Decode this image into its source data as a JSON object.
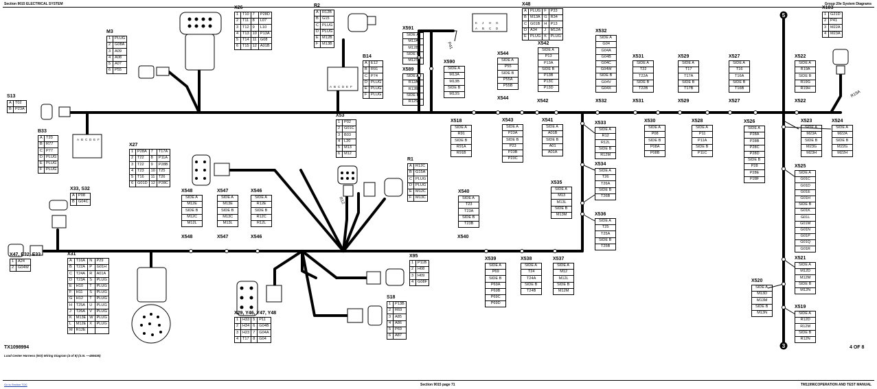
{
  "header": {
    "left": "Section 9015 ELECTRICAL SYSTEM",
    "right": "Group 20e System Diagrams"
  },
  "footer": {
    "link": "Go to Section TOC",
    "center": "Section 9015 page 71",
    "right": "TM11996COPERATION AND TEST MANUAL"
  },
  "figure_id": "TX1098994",
  "caption": "Load Center Harness (W3) Wiring Diagram (4 of 8) (S.N. —459435)",
  "page_indicator": "4 OF 8",
  "trunk_markers": [
    "5",
    "3"
  ],
  "wire_labels": [
    "P41",
    "R19A",
    "R12"
  ],
  "pin_letters": [
    "A",
    "B",
    "C",
    "D",
    "E",
    "F"
  ],
  "connectors": [
    {
      "id": "m3",
      "name": "M3",
      "rows": [
        [
          "1",
          "PLUG"
        ],
        [
          "2",
          "G08A"
        ],
        [
          "3",
          "A09"
        ],
        [
          "4",
          "A08"
        ],
        [
          "5",
          "A07"
        ],
        [
          "6",
          "P55"
        ]
      ]
    },
    {
      "id": "x26",
      "name": "X26",
      "rows": [
        [
          "1",
          "T10",
          "7",
          "P28D"
        ],
        [
          "2",
          "T11",
          "8",
          "L07"
        ],
        [
          "3",
          "T12",
          "9",
          "L10"
        ],
        [
          "4",
          "T13",
          "10",
          "P13A"
        ],
        [
          "5",
          "T14",
          "11",
          "G08"
        ],
        [
          "6",
          "T15",
          "12",
          "A01B"
        ]
      ]
    },
    {
      "id": "r2",
      "name": "R2",
      "rows": [
        [
          "A",
          "R12B"
        ],
        [
          "B",
          "G15"
        ],
        [
          "C",
          "PLUG"
        ],
        [
          "D",
          "PLUG"
        ],
        [
          "E",
          "M12B"
        ],
        [
          "F",
          "M13B"
        ]
      ]
    },
    {
      "id": "x48",
      "name": "X48",
      "rows": [
        [
          "A",
          "PLUG",
          "F",
          "P33"
        ],
        [
          "B",
          "M13A",
          "G",
          "R34"
        ],
        [
          "C",
          "G01B",
          "H",
          "P13"
        ],
        [
          "D",
          "A34",
          "J",
          "M12A"
        ],
        [
          "E",
          "PLUG",
          "K",
          "PLUG"
        ]
      ]
    },
    {
      "id": "x103",
      "name": "X103",
      "rows": [
        [
          "1",
          "G21D"
        ],
        [
          "2",
          "P41"
        ],
        [
          "3",
          "M22A"
        ],
        [
          "4",
          "M23A"
        ]
      ]
    },
    {
      "id": "s13",
      "name": "S13",
      "rows": [
        [
          "A",
          "T02"
        ],
        [
          "B",
          "P23A"
        ]
      ]
    },
    {
      "id": "b14",
      "name": "B14",
      "rows": [
        [
          "A",
          "E12"
        ],
        [
          "B",
          "R91"
        ],
        [
          "C",
          "P74"
        ],
        [
          "D",
          "PLUG"
        ],
        [
          "E",
          "PLUG"
        ],
        [
          "F",
          "PLUG"
        ]
      ]
    },
    {
      "id": "x591",
      "name": "X591",
      "rows": [
        [
          "SIDE A"
        ],
        [
          "M12A"
        ],
        [
          "M12B"
        ],
        [
          "SIDE B"
        ],
        [
          "M12S"
        ]
      ]
    },
    {
      "id": "x589",
      "name": "X589",
      "rows": [
        [
          "SIDE A"
        ],
        [
          "R12A"
        ],
        [
          "R12B"
        ],
        [
          "SIDE B"
        ],
        [
          "R12S"
        ]
      ]
    },
    {
      "id": "x590",
      "name": "X590",
      "rows": [
        [
          "SIDE A"
        ],
        [
          "M13A"
        ],
        [
          "M13B"
        ],
        [
          "SIDE B"
        ],
        [
          "M13S"
        ]
      ]
    },
    {
      "id": "x544",
      "name": "X544",
      "rows": [
        [
          "SIDE A"
        ],
        [
          "P55"
        ],
        [
          "SIDE B"
        ],
        [
          "P55A"
        ],
        [
          "P55B"
        ]
      ]
    },
    {
      "id": "x542",
      "name": "X542",
      "rows": [
        [
          "SIDE A"
        ],
        [
          "P13"
        ],
        [
          "P13A"
        ],
        [
          "SIDE B"
        ],
        [
          "P13B"
        ],
        [
          "P13C"
        ],
        [
          "P13D"
        ]
      ]
    },
    {
      "id": "x532",
      "name": "X532",
      "rows": [
        [
          "SIDE A"
        ],
        [
          "G04"
        ],
        [
          "G04A"
        ],
        [
          "G04B"
        ],
        [
          "G04C"
        ],
        [
          "G04W"
        ],
        [
          "SIDE B"
        ],
        [
          "G04V"
        ],
        [
          "G04X"
        ]
      ]
    },
    {
      "id": "x531",
      "name": "X531",
      "rows": [
        [
          "SIDE A"
        ],
        [
          "T22"
        ],
        [
          "T22A"
        ],
        [
          "SIDE B"
        ],
        [
          "T22B"
        ]
      ]
    },
    {
      "id": "x529",
      "name": "X529",
      "rows": [
        [
          "SIDE A"
        ],
        [
          "T17"
        ],
        [
          "T17A"
        ],
        [
          "SIDE B"
        ],
        [
          "T17B"
        ]
      ]
    },
    {
      "id": "x527",
      "name": "X527",
      "rows": [
        [
          "SIDE A"
        ],
        [
          "T16"
        ],
        [
          "T16A"
        ],
        [
          "SIDE B"
        ],
        [
          "T16B"
        ]
      ]
    },
    {
      "id": "x522",
      "name": "X522",
      "rows": [
        [
          "SIDE A"
        ],
        [
          "R19A"
        ],
        [
          "SIDE B"
        ],
        [
          "R19G"
        ],
        [
          "R19H"
        ]
      ]
    },
    {
      "id": "b33",
      "name": "B33",
      "rows": [
        [
          "A",
          "T20"
        ],
        [
          "B",
          "R77"
        ],
        [
          "C",
          "P77"
        ],
        [
          "D",
          "PLUG"
        ],
        [
          "E",
          "PLUG"
        ],
        [
          "F",
          "PLUG"
        ]
      ]
    },
    {
      "id": "x53",
      "name": "X53",
      "rows": [
        [
          "1",
          "P02"
        ],
        [
          "2",
          "G01C"
        ],
        [
          "3",
          "B03"
        ],
        [
          "4",
          "L20"
        ],
        [
          "5",
          "M13"
        ],
        [
          "6",
          "M12"
        ]
      ]
    },
    {
      "id": "x518",
      "name": "X518",
      "rows": [
        [
          "SIDE A"
        ],
        [
          "R91"
        ],
        [
          "SIDE B"
        ],
        [
          "R91A"
        ],
        [
          "R91B"
        ]
      ]
    },
    {
      "id": "x543",
      "name": "X543",
      "rows": [
        [
          "SIDE A"
        ],
        [
          "P23A"
        ],
        [
          "SIDE B"
        ],
        [
          "P23"
        ],
        [
          "P23B"
        ],
        [
          "P23C"
        ]
      ]
    },
    {
      "id": "x541",
      "name": "X541",
      "rows": [
        [
          "SIDE A"
        ],
        [
          "A01B"
        ],
        [
          "SIDE B"
        ],
        [
          "A01"
        ],
        [
          "A01A"
        ]
      ]
    },
    {
      "id": "x533",
      "name": "X533",
      "rows": [
        [
          "SIDE A"
        ],
        [
          "R12"
        ],
        [
          "R12L"
        ],
        [
          "SIDE B"
        ],
        [
          "R12M"
        ]
      ]
    },
    {
      "id": "x530",
      "name": "X530",
      "rows": [
        [
          "SIDE A"
        ],
        [
          "P08"
        ],
        [
          "SIDE B"
        ],
        [
          "P08A"
        ],
        [
          "P08B"
        ]
      ]
    },
    {
      "id": "x528",
      "name": "X528",
      "rows": [
        [
          "SIDE A"
        ],
        [
          "P11"
        ],
        [
          "P11A"
        ],
        [
          "SIDE B"
        ],
        [
          "P11C"
        ]
      ]
    },
    {
      "id": "x526",
      "name": "X526",
      "rows": [
        [
          "SIDE A"
        ],
        [
          "P28A"
        ],
        [
          "P28B"
        ],
        [
          "P28C"
        ],
        [
          "P28D"
        ],
        [
          "SIDE B"
        ],
        [
          "P28"
        ],
        [
          "P28E"
        ],
        [
          "P28F"
        ]
      ]
    },
    {
      "id": "x523",
      "name": "X523",
      "rows": [
        [
          "SIDE A"
        ],
        [
          "M23A"
        ],
        [
          "SIDE B"
        ],
        [
          "M23G"
        ],
        [
          "M23H"
        ]
      ]
    },
    {
      "id": "x524",
      "name": "X524",
      "rows": [
        [
          "SIDE A"
        ],
        [
          "M22A"
        ],
        [
          "SIDE B"
        ],
        [
          "M22G"
        ],
        [
          "M22H"
        ]
      ]
    },
    {
      "id": "x27",
      "name": "X27",
      "rows": [
        [
          "1",
          "P28A",
          "7",
          "T17A"
        ],
        [
          "2",
          "T22",
          "8",
          "P11A"
        ],
        [
          "3",
          "T22",
          "9",
          "P28B"
        ],
        [
          "4",
          "T23",
          "10",
          "T25"
        ],
        [
          "5",
          "T16",
          "11",
          "T26"
        ],
        [
          "6",
          "G01D",
          "12",
          "P28C"
        ]
      ]
    },
    {
      "id": "r1",
      "name": "R1",
      "rows": [
        [
          "A",
          "R12C"
        ],
        [
          "B",
          "G15A"
        ],
        [
          "C",
          "PLUG"
        ],
        [
          "D",
          "PLUG"
        ],
        [
          "E",
          "M12C"
        ],
        [
          "F",
          "M13C"
        ]
      ]
    },
    {
      "id": "x534",
      "name": "X534",
      "rows": [
        [
          "SIDE A"
        ],
        [
          "T26"
        ],
        [
          "T26A"
        ],
        [
          "SIDE B"
        ],
        [
          "T26B"
        ]
      ]
    },
    {
      "id": "x525",
      "name": "X525",
      "rows": [
        [
          "SIDE A"
        ],
        [
          "G01C"
        ],
        [
          "G01D"
        ],
        [
          "G01E"
        ],
        [
          "G01H"
        ],
        [
          "SIDE B"
        ],
        [
          "G01K"
        ],
        [
          "G01L"
        ],
        [
          "G01M"
        ],
        [
          "G01N"
        ],
        [
          "G01P"
        ],
        [
          "G01Q"
        ],
        [
          "G01R"
        ]
      ]
    },
    {
      "id": "x33",
      "name": "X33, S32",
      "rows": [
        [
          "A",
          "P08"
        ],
        [
          "B",
          "G04C"
        ]
      ]
    },
    {
      "id": "x548",
      "name": "X548",
      "rows": [
        [
          "SIDE A"
        ],
        [
          "M12E"
        ],
        [
          "SIDE B"
        ],
        [
          "M12C"
        ],
        [
          "M12L"
        ]
      ]
    },
    {
      "id": "x547",
      "name": "X547",
      "rows": [
        [
          "SIDE A"
        ],
        [
          "M13E"
        ],
        [
          "SIDE B"
        ],
        [
          "M13C"
        ],
        [
          "M13L"
        ]
      ]
    },
    {
      "id": "x546",
      "name": "X546",
      "rows": [
        [
          "SIDE A"
        ],
        [
          "R12E"
        ],
        [
          "SIDE B"
        ],
        [
          "R12C"
        ],
        [
          "R12L"
        ]
      ]
    },
    {
      "id": "x540",
      "name": "X540",
      "rows": [
        [
          "SIDE A"
        ],
        [
          "T23"
        ],
        [
          "T23A"
        ],
        [
          "SIDE B"
        ],
        [
          "T23B"
        ]
      ]
    },
    {
      "id": "x535",
      "name": "X535",
      "rows": [
        [
          "SIDE A"
        ],
        [
          "M13"
        ],
        [
          "M13L"
        ],
        [
          "SIDE B"
        ],
        [
          "M13M"
        ]
      ]
    },
    {
      "id": "x536",
      "name": "X536",
      "rows": [
        [
          "SIDE A"
        ],
        [
          "T25"
        ],
        [
          "T25A"
        ],
        [
          "SIDE B"
        ],
        [
          "T25B"
        ]
      ]
    },
    {
      "id": "x47",
      "name": "X47, E32, E33",
      "rows": [
        [
          "1",
          "A24"
        ],
        [
          "2",
          "G04W"
        ]
      ]
    },
    {
      "id": "x31",
      "name": "X31",
      "rows": [
        [
          "A",
          "T16A",
          "N",
          "P29"
        ],
        [
          "B",
          "T22A",
          "P",
          "G01H"
        ],
        [
          "C",
          "T24A",
          "R",
          "A01A"
        ],
        [
          "D",
          "T23A",
          "S",
          "PLUG"
        ],
        [
          "E",
          "H10",
          "T",
          "PLUG"
        ],
        [
          "F",
          "H11",
          "S",
          "PLUG"
        ],
        [
          "G",
          "H12",
          "T",
          "PLUG"
        ],
        [
          "H",
          "T25A",
          "U",
          "PLUG"
        ],
        [
          "J",
          "T26A",
          "V",
          "PLUG"
        ],
        [
          "K",
          "M13E",
          "W",
          "PLUG"
        ],
        [
          "L",
          "M12E",
          "X",
          "PLUG"
        ],
        [
          "M",
          "R12E",
          "",
          ""
        ]
      ]
    },
    {
      "id": "x95",
      "name": "X95",
      "rows": [
        [
          "1",
          "P11B"
        ],
        [
          "2",
          "H08"
        ],
        [
          "3",
          "H09"
        ],
        [
          "4",
          "G08F"
        ]
      ]
    },
    {
      "id": "x539",
      "name": "X539",
      "rows": [
        [
          "SIDE A"
        ],
        [
          "P69"
        ],
        [
          "SIDE B"
        ],
        [
          "P69A"
        ],
        [
          "P69B"
        ],
        [
          "P69C"
        ],
        [
          "P69D"
        ]
      ]
    },
    {
      "id": "x538",
      "name": "X538",
      "rows": [
        [
          "SIDE A"
        ],
        [
          "T24"
        ],
        [
          "T24A"
        ],
        [
          "SIDE B"
        ],
        [
          "T24B"
        ]
      ]
    },
    {
      "id": "x537",
      "name": "X537",
      "rows": [
        [
          "SIDE A"
        ],
        [
          "M12"
        ],
        [
          "M12L"
        ],
        [
          "SIDE B"
        ],
        [
          "M12M"
        ]
      ]
    },
    {
      "id": "x521",
      "name": "X521",
      "rows": [
        [
          "SIDE A"
        ],
        [
          "M12D"
        ],
        [
          "M12M"
        ],
        [
          "SIDE B"
        ],
        [
          "M12N"
        ]
      ]
    },
    {
      "id": "x520",
      "name": "X520",
      "rows": [
        [
          "SIDE A"
        ],
        [
          "M13D"
        ],
        [
          "M13M"
        ],
        [
          "SIDE B"
        ],
        [
          "M13N"
        ]
      ]
    },
    {
      "id": "s18",
      "name": "S18",
      "rows": [
        [
          "1",
          "P13B"
        ],
        [
          "2",
          "R69"
        ],
        [
          "3",
          "A85"
        ],
        [
          "4",
          "A86"
        ],
        [
          "5",
          "P69"
        ],
        [
          "6",
          "A87"
        ]
      ]
    },
    {
      "id": "x29",
      "name": "X29, Y46, Y47, Y48",
      "rows": [
        [
          "1",
          "H33",
          "5",
          "P11"
        ],
        [
          "2",
          "H34",
          "6",
          "G04B"
        ],
        [
          "3",
          "H23",
          "7",
          "G04A"
        ],
        [
          "4",
          "T17",
          "8",
          "G04"
        ]
      ]
    },
    {
      "id": "x519",
      "name": "X519",
      "rows": [
        [
          "SIDE A"
        ],
        [
          "R12D"
        ],
        [
          "R12M"
        ],
        [
          "SIDE B"
        ],
        [
          "R12N"
        ]
      ]
    }
  ],
  "splice_labels": [
    {
      "id": "s548",
      "text": "X548"
    },
    {
      "id": "s547",
      "text": "X547"
    },
    {
      "id": "s546",
      "text": "X546"
    },
    {
      "id": "s540",
      "text": "X540"
    },
    {
      "id": "s544",
      "text": "X544"
    },
    {
      "id": "s542",
      "text": "X542"
    },
    {
      "id": "s532",
      "text": "X532"
    },
    {
      "id": "s531",
      "text": "X531"
    },
    {
      "id": "s529",
      "text": "X529"
    },
    {
      "id": "s527",
      "text": "X527"
    },
    {
      "id": "s522",
      "text": "X522"
    }
  ]
}
